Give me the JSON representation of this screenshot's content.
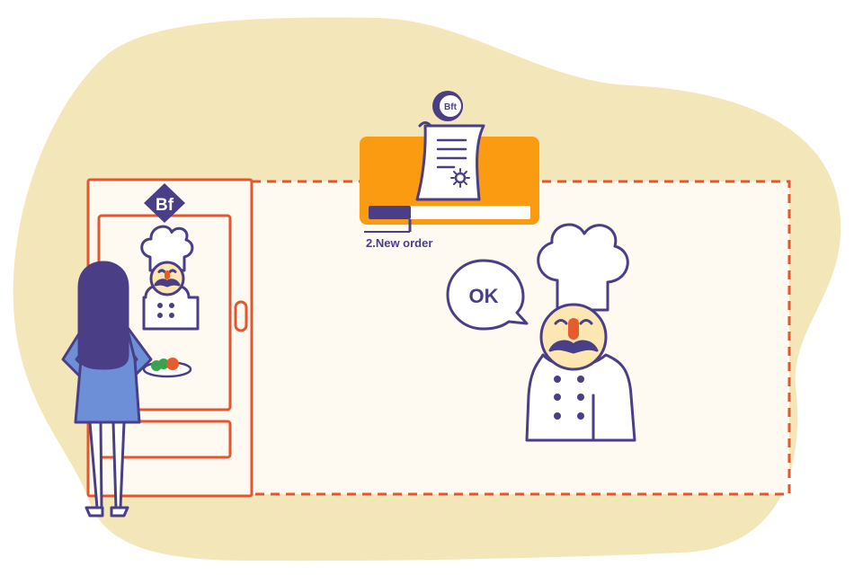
{
  "labels": {
    "step_label": "2.New order",
    "speech": "OK",
    "brand_logo": "Bf",
    "coin_label": "Bft"
  },
  "colors": {
    "cloud_bg": "#F3E6B8",
    "panel_fill": "#FEFAF2",
    "kiosk_orange": "#E4572E",
    "order_orange": "#FA9B12",
    "ink_purple": "#4A3F86",
    "person_blue": "#6D8FD8",
    "chef_face": "#FCE7B2",
    "nose": "#E85B2C",
    "salad_green": "#39A34A"
  },
  "icons": {
    "brand_logo": "bf-diamond-logo",
    "coin": "bft-coin-icon",
    "document": "order-document-icon",
    "gear": "gear-icon",
    "speech": "speech-bubble-icon"
  }
}
